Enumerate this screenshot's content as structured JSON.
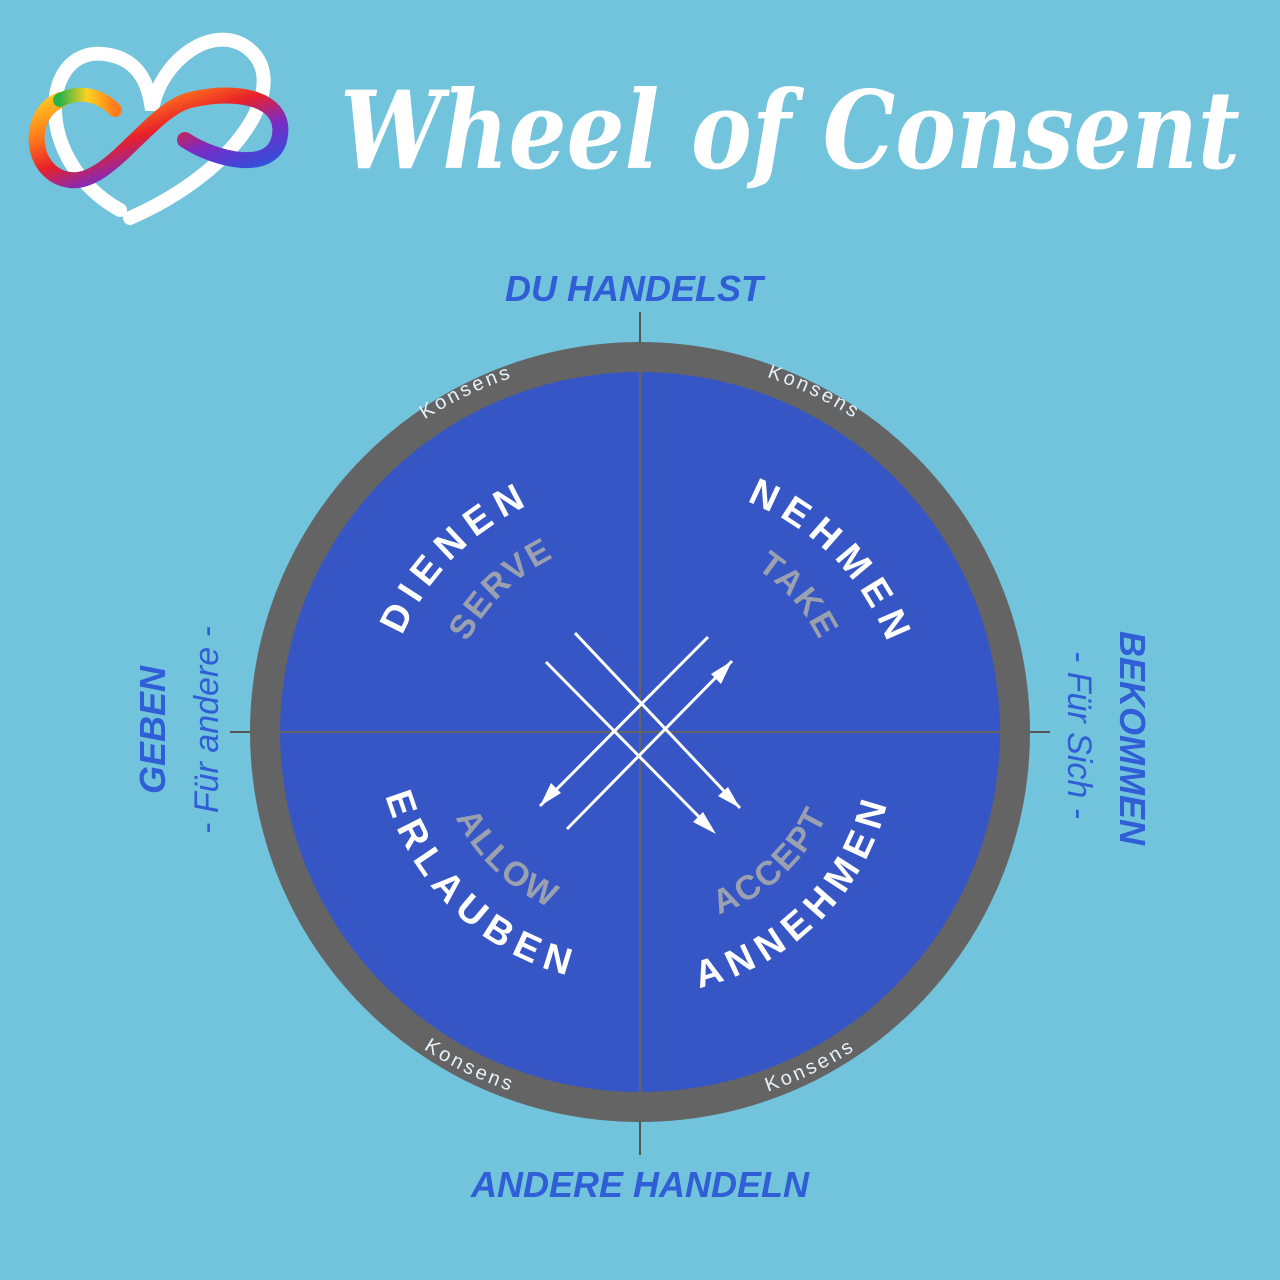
{
  "header": {
    "title": "Wheel of Consent"
  },
  "axes": {
    "top": "DU HANDELST",
    "bottom": "ANDERE HANDELN",
    "left_main": "GEBEN",
    "left_sub": "- Für andere -",
    "right_main": "BEKOMMEN",
    "right_sub": "- Für Sich -"
  },
  "ring": {
    "label": "Konsens"
  },
  "quadrants": {
    "top_left": {
      "de": "DIENEN",
      "en": "SERVE"
    },
    "top_right": {
      "de": "NEHMEN",
      "en": "TAKE"
    },
    "bottom_left": {
      "de": "ERLAUBEN",
      "en": "ALLOW"
    },
    "bottom_right": {
      "de": "ANNEHMEN",
      "en": "ACCEPT"
    }
  },
  "colors": {
    "background": "#72c3dc",
    "ring": "#646464",
    "wheel": "#3656c6",
    "axis_text": "#2f5ed6",
    "german": "#ffffff",
    "english": "#9aa0ae",
    "konsens": "#e6f2fb"
  }
}
